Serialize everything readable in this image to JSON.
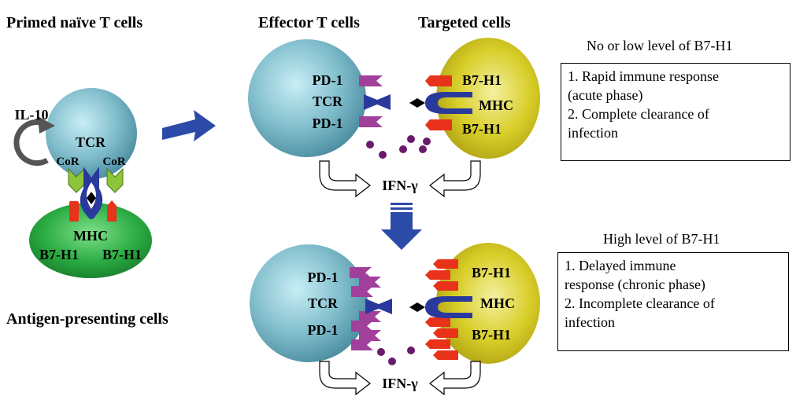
{
  "headings": {
    "primed": "Primed naïve T cells",
    "effector": "Effector T cells",
    "targeted": "Targeted cells",
    "apc": "Antigen-presenting cells"
  },
  "left_panel": {
    "il10": "IL-10",
    "tcr": "TCR",
    "cor_left": "CoR",
    "cor_right": "CoR",
    "mhc": "MHC",
    "b7h1_left": "B7-H1",
    "b7h1_right": "B7-H1"
  },
  "top_panel": {
    "pd1_top": "PD-1",
    "tcr": "TCR",
    "pd1_bottom": "PD-1",
    "b7h1_top": "B7-H1",
    "mhc": "MHC",
    "b7h1_bottom": "B7-H1",
    "ifn": "IFN-γ"
  },
  "bottom_panel": {
    "pd1_top": "PD-1",
    "tcr": "TCR",
    "pd1_bottom": "PD-1",
    "b7h1_top": "B7-H1",
    "mhc": "MHC",
    "b7h1_bottom": "B7-H1",
    "ifn": "IFN-γ"
  },
  "low_section": {
    "title": "No or low level of B7-H1",
    "lines": [
      "1. Rapid immune response",
      "(acute phase)",
      "2. Complete clearance of",
      "infection"
    ]
  },
  "high_section": {
    "title": "High level of B7-H1",
    "lines": [
      "1. Delayed immune",
      "response (chronic phase)",
      "2. Incomplete clearance of",
      "infection"
    ]
  },
  "colors": {
    "t_cell": "#6fb3c4",
    "target_cell": "#d4c81e",
    "apc": "#22a33a",
    "pd1": "#a0409a",
    "b7h1": "#e8321a",
    "tcr": "#2a3a9c",
    "cor": "#8cc43a",
    "arrow": "#2c4aa8",
    "ifn_dots": "#6a1a6a"
  }
}
